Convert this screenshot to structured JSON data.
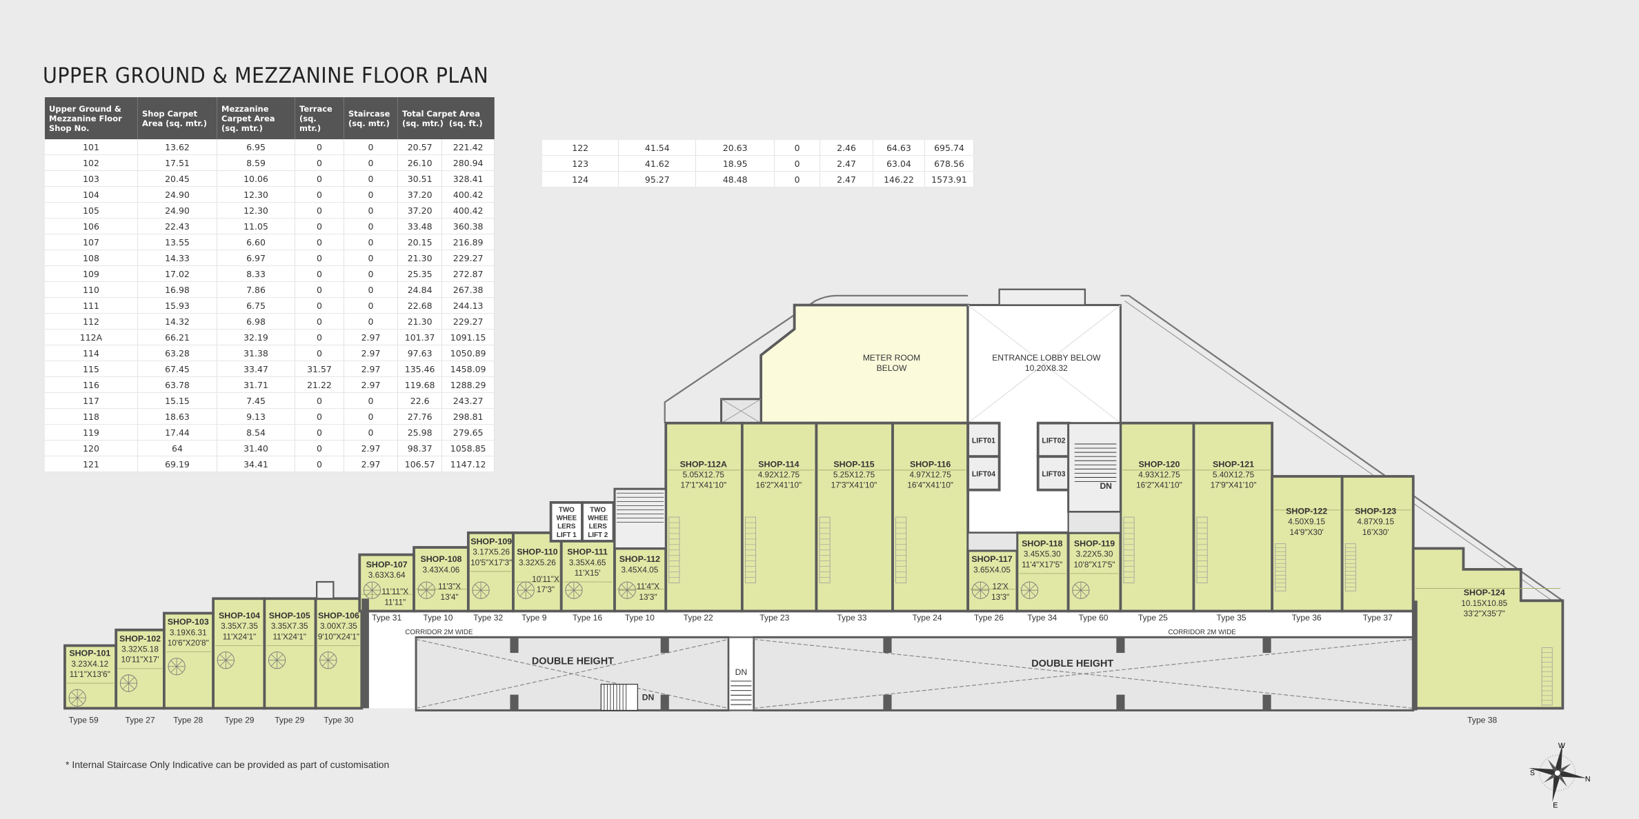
{
  "title": "UPPER GROUND & MEZZANINE FLOOR PLAN",
  "table": {
    "headers": [
      "Upper Ground & Mezzanine Floor Shop No.",
      "Shop Carpet Area (sq. mtr.)",
      "Mezzanine Carpet Area (sq. mtr.)",
      "Terrace (sq. mtr.)",
      "Staircase (sq. mtr.)"
    ],
    "total_header": {
      "label": "Total Carpet Area",
      "units": [
        "(sq. mtr.)",
        "(sq. ft.)"
      ]
    },
    "rows": [
      [
        "101",
        "13.62",
        "6.95",
        "0",
        "0",
        "20.57",
        "221.42"
      ],
      [
        "102",
        "17.51",
        "8.59",
        "0",
        "0",
        "26.10",
        "280.94"
      ],
      [
        "103",
        "20.45",
        "10.06",
        "0",
        "0",
        "30.51",
        "328.41"
      ],
      [
        "104",
        "24.90",
        "12.30",
        "0",
        "0",
        "37.20",
        "400.42"
      ],
      [
        "105",
        "24.90",
        "12.30",
        "0",
        "0",
        "37.20",
        "400.42"
      ],
      [
        "106",
        "22.43",
        "11.05",
        "0",
        "0",
        "33.48",
        "360.38"
      ],
      [
        "107",
        "13.55",
        "6.60",
        "0",
        "0",
        "20.15",
        "216.89"
      ],
      [
        "108",
        "14.33",
        "6.97",
        "0",
        "0",
        "21.30",
        "229.27"
      ],
      [
        "109",
        "17.02",
        "8.33",
        "0",
        "0",
        "25.35",
        "272.87"
      ],
      [
        "110",
        "16.98",
        "7.86",
        "0",
        "0",
        "24.84",
        "267.38"
      ],
      [
        "111",
        "15.93",
        "6.75",
        "0",
        "0",
        "22.68",
        "244.13"
      ],
      [
        "112",
        "14.32",
        "6.98",
        "0",
        "0",
        "21.30",
        "229.27"
      ],
      [
        "112A",
        "66.21",
        "32.19",
        "0",
        "2.97",
        "101.37",
        "1091.15"
      ],
      [
        "114",
        "63.28",
        "31.38",
        "0",
        "2.97",
        "97.63",
        "1050.89"
      ],
      [
        "115",
        "67.45",
        "33.47",
        "31.57",
        "2.97",
        "135.46",
        "1458.09"
      ],
      [
        "116",
        "63.78",
        "31.71",
        "21.22",
        "2.97",
        "119.68",
        "1288.29"
      ],
      [
        "117",
        "15.15",
        "7.45",
        "0",
        "0",
        "22.6",
        "243.27"
      ],
      [
        "118",
        "18.63",
        "9.13",
        "0",
        "0",
        "27.76",
        "298.81"
      ],
      [
        "119",
        "17.44",
        "8.54",
        "0",
        "0",
        "25.98",
        "279.65"
      ],
      [
        "120",
        "64",
        "31.40",
        "0",
        "2.97",
        "98.37",
        "1058.85"
      ],
      [
        "121",
        "69.19",
        "34.41",
        "0",
        "2.97",
        "106.57",
        "1147.12"
      ]
    ]
  },
  "table_continued": {
    "rows": [
      [
        "122",
        "41.54",
        "20.63",
        "0",
        "2.46",
        "64.63",
        "695.74"
      ],
      [
        "123",
        "41.62",
        "18.95",
        "0",
        "2.47",
        "63.04",
        "678.56"
      ],
      [
        "124",
        "95.27",
        "48.48",
        "0",
        "2.47",
        "146.22",
        "1573.91"
      ]
    ]
  },
  "plan": {
    "colors": {
      "shop": "#e1e8a6",
      "meter_room": "#fbfbdc",
      "wall": "#5b5b5b",
      "void": "#e6e6e6",
      "corridor": "#ffffff",
      "header": "#555555"
    },
    "shops": [
      {
        "name": "SHOP-101",
        "dims_m": "3.23X4.12",
        "dims_ft": [
          "11'1\"X13'6\""
        ],
        "type": "Type 59"
      },
      {
        "name": "SHOP-102",
        "dims_m": "3.32X5.18",
        "dims_ft": [
          "10'11\"X17'"
        ],
        "type": "Type 27"
      },
      {
        "name": "SHOP-103",
        "dims_m": "3.19X6.31",
        "dims_ft": [
          "10'6\"X20'8\""
        ],
        "type": "Type 28"
      },
      {
        "name": "SHOP-104",
        "dims_m": "3.35X7.35",
        "dims_ft": [
          "11'X24'1\""
        ],
        "type": "Type 29"
      },
      {
        "name": "SHOP-105",
        "dims_m": "3.35X7.35",
        "dims_ft": [
          "11'X24'1\""
        ],
        "type": "Type 29"
      },
      {
        "name": "SHOP-106",
        "dims_m": "3.00X7.35",
        "dims_ft": [
          "9'10\"X24'1\""
        ],
        "type": "Type 30"
      },
      {
        "name": "SHOP-107",
        "dims_m": "3.63X3.64",
        "dims_ft": [
          "11'11\"X",
          "11'11\""
        ],
        "type": "Type 31"
      },
      {
        "name": "SHOP-108",
        "dims_m": "3.43X4.06",
        "dims_ft": [
          "11'3\"X",
          "13'4\""
        ],
        "type": "Type 10"
      },
      {
        "name": "SHOP-109",
        "dims_m": "3.17X5.26",
        "dims_ft": [
          "10'5\"X17'3\""
        ],
        "type": "Type 32"
      },
      {
        "name": "SHOP-110",
        "dims_m": "3.32X5.26",
        "dims_ft": [
          "10'11\"X",
          "17'3\""
        ],
        "type": "Type 9"
      },
      {
        "name": "SHOP-111",
        "dims_m": "3.35X4.65",
        "dims_ft": [
          "11'X15'"
        ],
        "type": "Type 16"
      },
      {
        "name": "SHOP-112",
        "dims_m": "3.45X4.05",
        "dims_ft": [
          "11'4\"X",
          "13'3\""
        ],
        "type": "Type 10"
      },
      {
        "name": "SHOP-112A",
        "dims_m": "5.05X12.75",
        "dims_ft": [
          "17'1\"X41'10\""
        ],
        "type": "Type 22"
      },
      {
        "name": "SHOP-114",
        "dims_m": "4.92X12.75",
        "dims_ft": [
          "16'2\"X41'10\""
        ],
        "type": "Type 23"
      },
      {
        "name": "SHOP-115",
        "dims_m": "5.25X12.75",
        "dims_ft": [
          "17'3\"X41'10\""
        ],
        "type": "Type 33"
      },
      {
        "name": "SHOP-116",
        "dims_m": "4.97X12.75",
        "dims_ft": [
          "16'4\"X41'10\""
        ],
        "type": "Type 24"
      },
      {
        "name": "SHOP-117",
        "dims_m": "3.65X4.05",
        "dims_ft": [
          "12'X",
          "13'3\""
        ],
        "type": "Type 26"
      },
      {
        "name": "SHOP-118",
        "dims_m": "3.45X5.30",
        "dims_ft": [
          "11'4\"X17'5\""
        ],
        "type": "Type 34"
      },
      {
        "name": "SHOP-119",
        "dims_m": "3.22X5.30",
        "dims_ft": [
          "10'8\"X17'5\""
        ],
        "type": "Type 60"
      },
      {
        "name": "SHOP-120",
        "dims_m": "4.93X12.75",
        "dims_ft": [
          "16'2\"X41'10\""
        ],
        "type": "Type 25"
      },
      {
        "name": "SHOP-121",
        "dims_m": "5.40X12.75",
        "dims_ft": [
          "17'9\"X41'10\""
        ],
        "type": "Type 35"
      },
      {
        "name": "SHOP-122",
        "dims_m": "4.50X9.15",
        "dims_ft": [
          "14'9\"X30'"
        ],
        "type": "Type 36"
      },
      {
        "name": "SHOP-123",
        "dims_m": "4.87X9.15",
        "dims_ft": [
          "16'X30'"
        ],
        "type": "Type 37"
      },
      {
        "name": "SHOP-124",
        "dims_m": "10.15X10.85",
        "dims_ft": [
          "33'2\"X35'7\""
        ],
        "type": "Type 38"
      }
    ],
    "meter_room": [
      "METER ROOM",
      "BELOW"
    ],
    "lobby": [
      "ENTRANCE LOBBY BELOW",
      "10.20X8.32"
    ],
    "lifts": [
      "LIFT01",
      "LIFT04",
      "LIFT02",
      "LIFT03"
    ],
    "two_wheeler_lifts": [
      [
        "TWO",
        "WHEE",
        "LERS",
        "LIFT 1"
      ],
      [
        "TWO",
        "WHEE",
        "LERS",
        "LIFT 2"
      ]
    ],
    "corridor_label": "CORRIDOR 2M WIDE",
    "double_height_label": "DOUBLE HEIGHT",
    "down_label": "DN"
  },
  "footnote": "* Internal Staircase Only Indicative can be provided as part of customisation",
  "compass": {
    "w": "W",
    "s": "S",
    "n": "N",
    "e": "E"
  }
}
